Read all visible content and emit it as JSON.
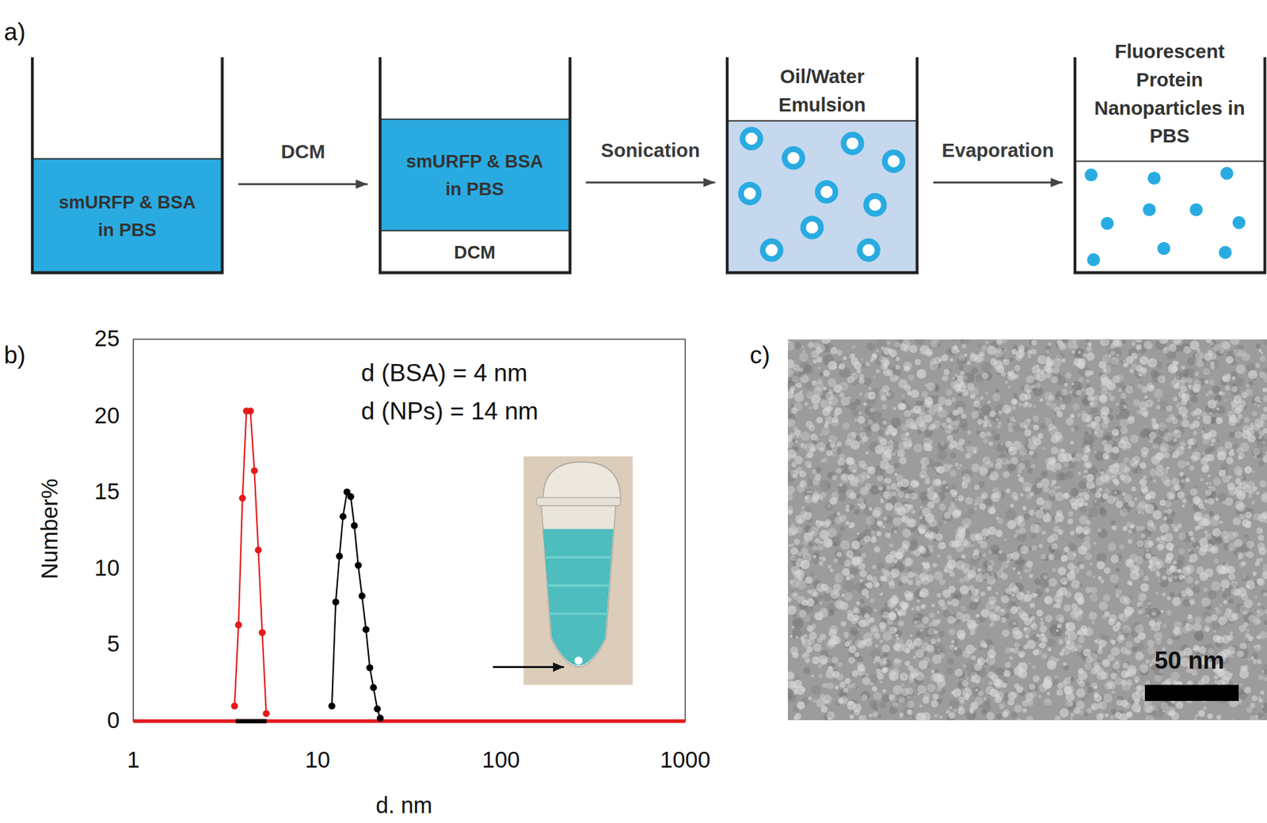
{
  "diagram": {
    "nodes": [
      {
        "text": [
          "smURFP & BSA in PBS"
        ]
      },
      {
        "text": [
          "smURFP & BSA in PBS",
          "DCM"
        ]
      },
      {
        "text": [
          "Oil/Water Emulsion"
        ]
      },
      {
        "text": [
          "Fluorescent Protein Nanoparticles in PBS"
        ]
      }
    ],
    "edges": [
      {
        "from": 0,
        "to": 1,
        "label": "DCM",
        "arrow": "to"
      },
      {
        "from": 1,
        "to": 2,
        "label": "Sonication",
        "arrow": "to"
      },
      {
        "from": 2,
        "to": 3,
        "label": "Evaporation",
        "arrow": "to"
      }
    ],
    "labels": [
      "a)",
      "b)",
      "c)",
      "25",
      "20",
      "15",
      "10",
      "5",
      "0",
      "1",
      "10",
      "100",
      "1000",
      "Number%",
      "d. nm",
      "d (BSA) = 4 nm",
      "d (NPs) = 14 nm",
      "50 nm"
    ]
  }
}
